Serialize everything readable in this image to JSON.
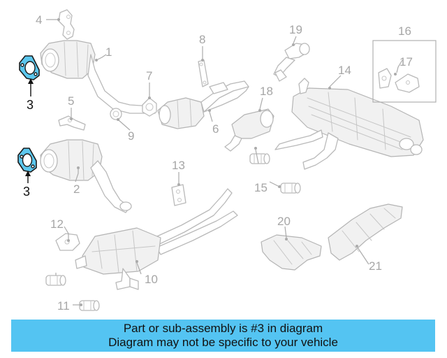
{
  "callouts": {
    "c1": "1",
    "c2": "2",
    "c3a": "3",
    "c3b": "3",
    "c4": "4",
    "c5": "5",
    "c6": "6",
    "c7": "7",
    "c8": "8",
    "c9": "9",
    "c10": "10",
    "c11": "11",
    "c12": "12",
    "c13": "13",
    "c14": "14",
    "c15": "15",
    "c16": "16",
    "c17": "17",
    "c18": "18",
    "c19": "19",
    "c20": "20",
    "c21": "21"
  },
  "highlighted_part": "3",
  "highlight_color": "#5bc7ee",
  "banner": {
    "line1": "Part or sub-assembly is #3 in diagram",
    "line2": "Diagram may not be specific to your vehicle",
    "background": "#54c4f2"
  }
}
